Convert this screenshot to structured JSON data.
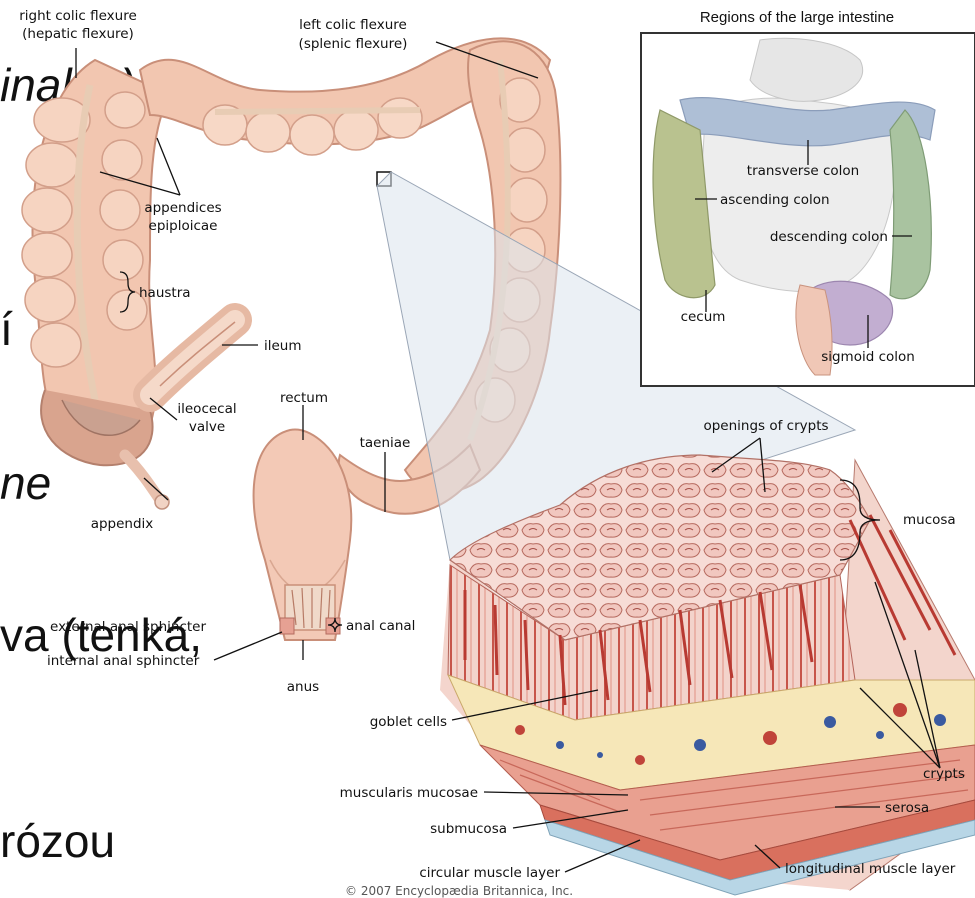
{
  "slide_fragments": [
    "inales)",
    "í",
    "ne",
    "va (tenká,",
    "rózou"
  ],
  "inset": {
    "title": "Regions of the large intestine",
    "labels": {
      "transverse": "transverse colon",
      "ascending": "ascending colon",
      "descending": "descending colon",
      "cecum": "cecum",
      "sigmoid": "sigmoid colon"
    }
  },
  "labels": {
    "right_flexure_1": "right colic flexure",
    "right_flexure_2": "(hepatic flexure)",
    "left_flexure_1": "left colic flexure",
    "left_flexure_2": "(splenic flexure)",
    "appendices_1": "appendices",
    "appendices_2": "epiploicae",
    "haustra": "haustra",
    "ileum": "ileum",
    "ileocecal_1": "ileocecal",
    "ileocecal_2": "valve",
    "appendix": "appendix",
    "rectum": "rectum",
    "taeniae": "taeniae",
    "external_sphincter": "external anal sphincter",
    "anal_canal": "anal canal",
    "internal_sphincter": "internal anal sphincter",
    "anus": "anus",
    "openings": "openings of crypts",
    "mucosa": "mucosa",
    "goblet": "goblet cells",
    "crypts": "crypts",
    "muscularis": "muscularis mucosae",
    "serosa": "serosa",
    "submucosa": "submucosa",
    "circular": "circular muscle layer",
    "longitudinal": "longitudinal muscle layer"
  },
  "copyright": "© 2007 Encyclopædia Britannica, Inc.",
  "colors": {
    "colon": "#f2c6b0",
    "colon_dark": "#dc9c84",
    "tissue": "#f5d7cf",
    "crypt": "#c0443a",
    "submucosa": "#f6e7b8",
    "muscle": "#d9705e",
    "serosa": "#b8d6e6",
    "inset_blue": "#aebfd6",
    "inset_green": "#b3c398",
    "inset_purple": "#c2aed1"
  }
}
